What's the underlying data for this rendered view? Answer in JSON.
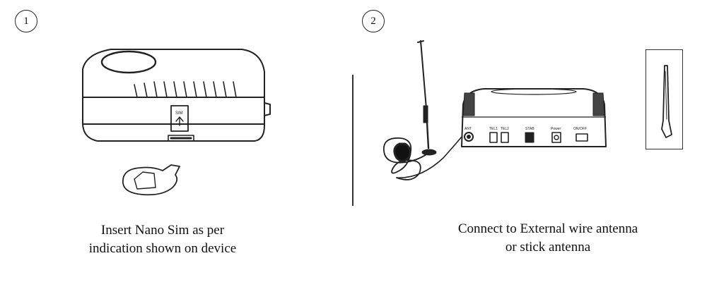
{
  "steps": [
    {
      "number": "1",
      "caption_line1": "Insert Nano Sim as per",
      "caption_line2": "indication shown on device",
      "device_label": "SIM"
    },
    {
      "number": "2",
      "caption_line1": "Connect to External wire antenna",
      "caption_line2": "or stick antenna",
      "port_labels": [
        "ANT",
        "TEL1",
        "TEL2",
        "STAB",
        "Power",
        "ON/OFF"
      ]
    }
  ],
  "colors": {
    "line": "#222222",
    "ink": "#111111"
  }
}
